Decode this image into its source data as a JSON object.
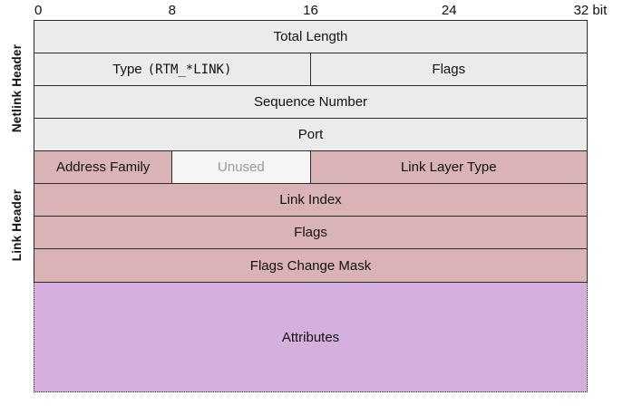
{
  "scale": {
    "ticks": [
      "0",
      "8",
      "16",
      "24",
      "32 bit"
    ]
  },
  "sections": {
    "netlink_label": "Netlink Header",
    "link_label": "Link Header"
  },
  "fields": {
    "total_length": "Total Length",
    "type_label": "Type",
    "type_code": "(RTM_*LINK)",
    "netlink_flags": "Flags",
    "sequence_number": "Sequence Number",
    "port": "Port",
    "address_family": "Address Family",
    "unused": "Unused",
    "link_layer_type": "Link Layer Type",
    "link_index": "Link Index",
    "link_flags": "Flags",
    "flags_change_mask": "Flags Change Mask",
    "attributes": "Attributes"
  },
  "colors": {
    "netlink_row_bg": "#ebebeb",
    "link_row_bg": "#d9b3b5",
    "unused_bg": "#f5f5f5",
    "unused_text": "#999999",
    "attributes_bg": "#d5afdd",
    "border": "#2d2d2d"
  }
}
